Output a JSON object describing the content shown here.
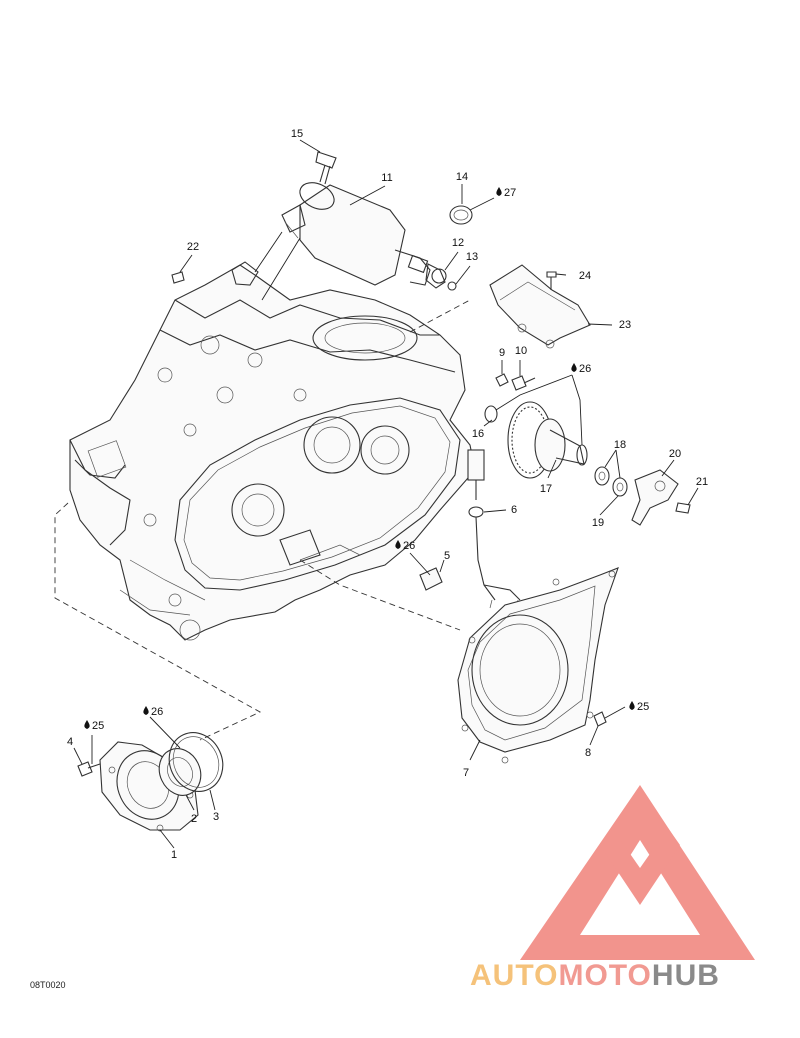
{
  "drawing_code": "08T0020",
  "callouts": [
    {
      "id": "c1",
      "number": "1"
    },
    {
      "id": "c2",
      "number": "2"
    },
    {
      "id": "c3",
      "number": "3"
    },
    {
      "id": "c4",
      "number": "4"
    },
    {
      "id": "c5",
      "number": "5"
    },
    {
      "id": "c6",
      "number": "6"
    },
    {
      "id": "c7",
      "number": "7"
    },
    {
      "id": "c8",
      "number": "8"
    },
    {
      "id": "c9",
      "number": "9"
    },
    {
      "id": "c10",
      "number": "10"
    },
    {
      "id": "c11",
      "number": "11"
    },
    {
      "id": "c12",
      "number": "12"
    },
    {
      "id": "c13",
      "number": "13"
    },
    {
      "id": "c14",
      "number": "14"
    },
    {
      "id": "c15",
      "number": "15"
    },
    {
      "id": "c16",
      "number": "16"
    },
    {
      "id": "c17",
      "number": "17"
    },
    {
      "id": "c18",
      "number": "18"
    },
    {
      "id": "c19",
      "number": "19"
    },
    {
      "id": "c20",
      "number": "20"
    },
    {
      "id": "c21",
      "number": "21"
    },
    {
      "id": "c22",
      "number": "22"
    },
    {
      "id": "c23",
      "number": "23"
    },
    {
      "id": "c24",
      "number": "24"
    }
  ],
  "lubricant_refs": [
    {
      "id": "l25a",
      "number": "25"
    },
    {
      "id": "l25b",
      "number": "25"
    },
    {
      "id": "l26a",
      "number": "26"
    },
    {
      "id": "l26b",
      "number": "26"
    },
    {
      "id": "l26c",
      "number": "26"
    },
    {
      "id": "l27",
      "number": "27"
    }
  ],
  "watermark": {
    "part1": "AUTO",
    "part2": "MOTO",
    "part3": "HUB",
    "color1": "#f5c27a",
    "color2": "#f19a92",
    "color3": "#8a8a8a",
    "logo_color": "#f0827a"
  }
}
